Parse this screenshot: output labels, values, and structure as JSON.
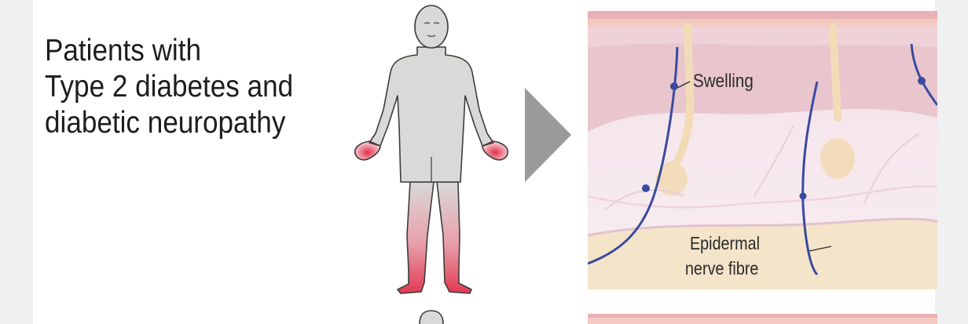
{
  "headline": {
    "lines": [
      "Patients with",
      "Type 2 diabetes and",
      "diabetic neuropathy"
    ]
  },
  "labels": {
    "swelling": "Swelling",
    "epidermal_line1": "Epidermal",
    "epidermal_line2": "nerve fibre"
  },
  "colors": {
    "text": "#1d1d1b",
    "nerve": "#3a4aa0",
    "arrow": "#9a9a9a",
    "skin_top": "#e9c6cd",
    "symptom": "#d8304a",
    "body_fill": "#d9d9d7"
  }
}
